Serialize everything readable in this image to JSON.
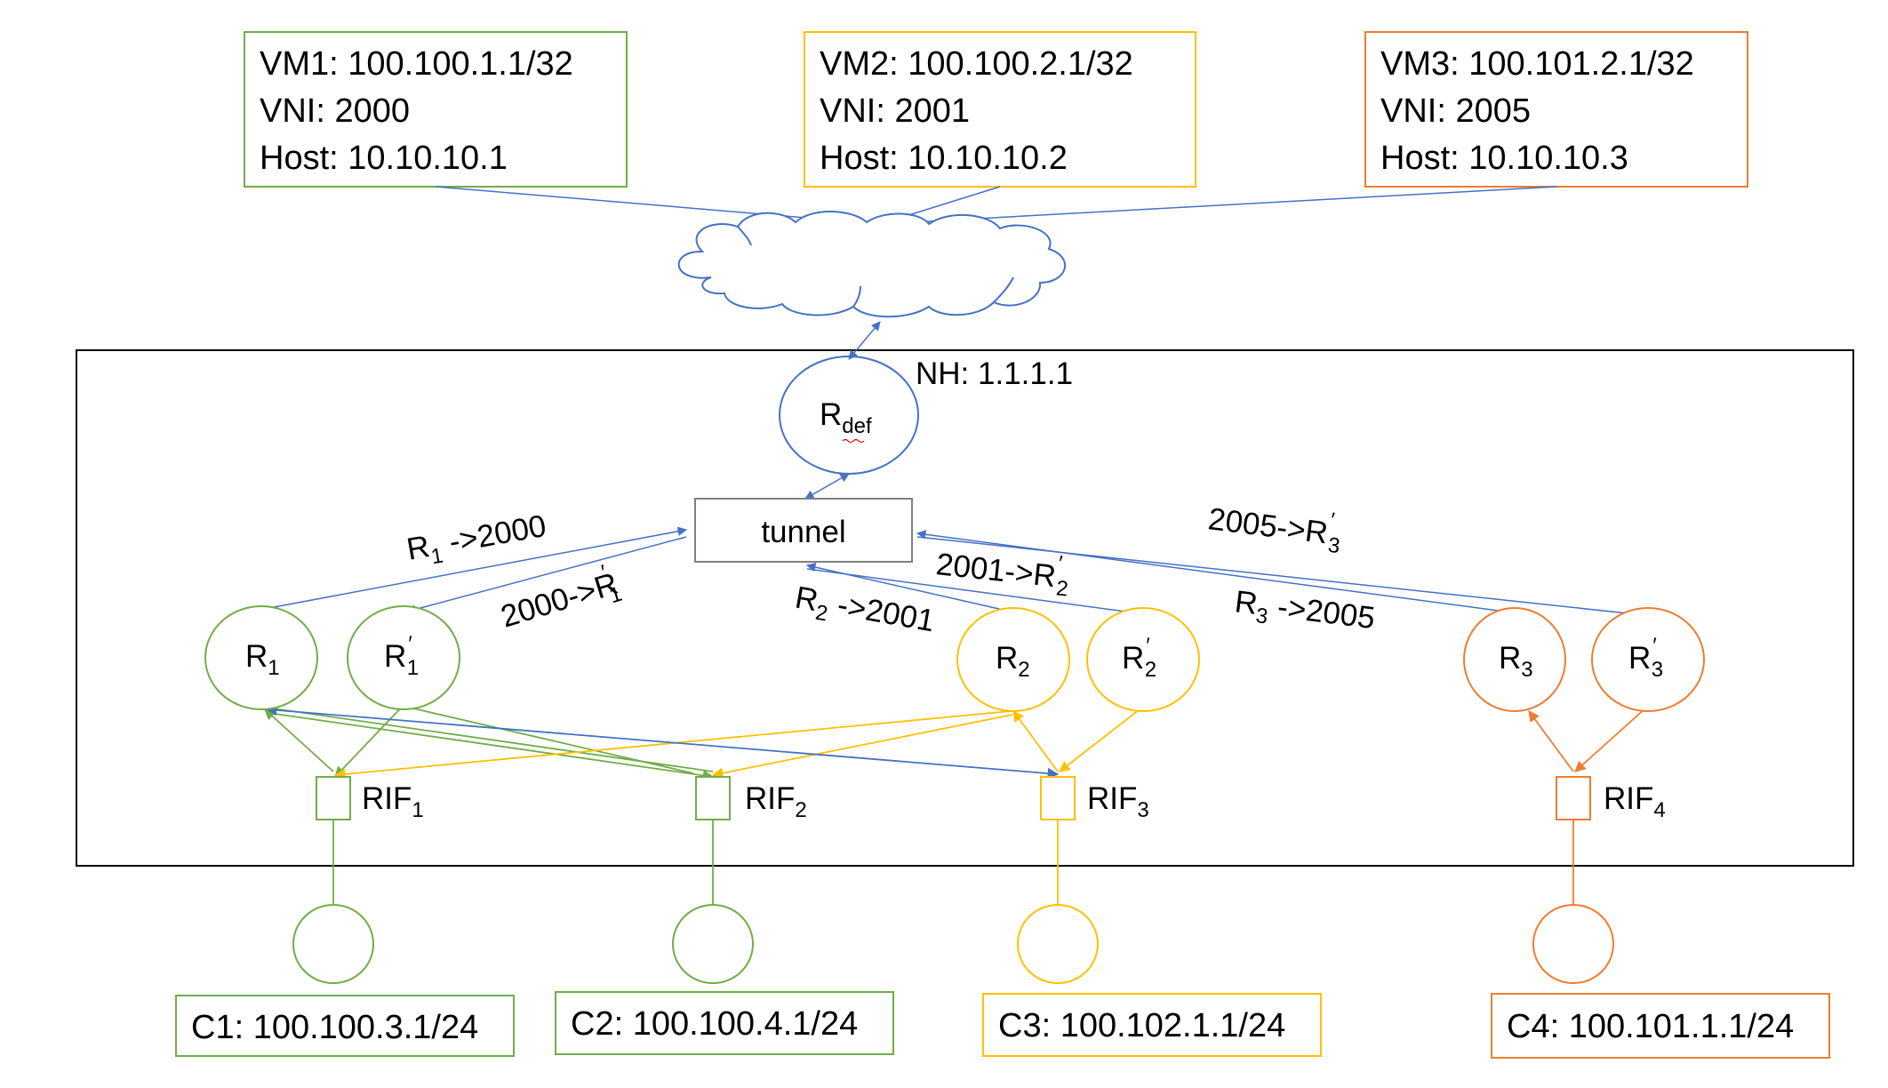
{
  "colors": {
    "green": "#70ad47",
    "yellow": "#ffc000",
    "orange": "#ed7d31",
    "blue": "#4472c4",
    "gray": "#7f7f7f",
    "black": "#000000"
  },
  "vms": [
    {
      "line1": "VM1: 100.100.1.1/32",
      "line2": "VNI: 2000",
      "line3": "Host: 10.10.10.1",
      "color": "green"
    },
    {
      "line1": "VM2: 100.100.2.1/32",
      "line2": "VNI: 2001",
      "line3": "Host: 10.10.10.2",
      "color": "yellow"
    },
    {
      "line1": "VM3: 100.101.2.1/32",
      "line2": "VNI: 2005",
      "line3": "Host: 10.10.10.3",
      "color": "orange"
    }
  ],
  "nh_label": "NH: 1.1.1.1",
  "rdef": {
    "main": "R",
    "sub": "def"
  },
  "tunnel_label": "tunnel",
  "routers": [
    {
      "main": "R",
      "sub": "1",
      "prime": false,
      "color": "green"
    },
    {
      "main": "R",
      "sub": "1",
      "prime": true,
      "color": "green"
    },
    {
      "main": "R",
      "sub": "2",
      "prime": false,
      "color": "yellow"
    },
    {
      "main": "R",
      "sub": "2",
      "prime": true,
      "color": "yellow"
    },
    {
      "main": "R",
      "sub": "3",
      "prime": false,
      "color": "orange"
    },
    {
      "main": "R",
      "sub": "3",
      "prime": true,
      "color": "orange"
    }
  ],
  "mappings": [
    {
      "pre": "R",
      "sub": "1",
      "post": " ->2000"
    },
    {
      "pre": "2000->R",
      "sub": "1",
      "post": "",
      "prime": true
    },
    {
      "pre": "R",
      "sub": "2",
      "post": " ->2001"
    },
    {
      "pre": "2001->R",
      "sub": "2",
      "post": "",
      "prime": true
    },
    {
      "pre": "R",
      "sub": "3",
      "post": " ->2005"
    },
    {
      "pre": "2005->R",
      "sub": "3",
      "post": "",
      "prime": true
    }
  ],
  "rifs": [
    {
      "main": "RIF",
      "sub": "1",
      "color": "green"
    },
    {
      "main": "RIF",
      "sub": "2",
      "color": "green"
    },
    {
      "main": "RIF",
      "sub": "3",
      "color": "yellow"
    },
    {
      "main": "RIF",
      "sub": "4",
      "color": "orange"
    }
  ],
  "clients": [
    {
      "label": "C1: 100.100.3.1/24",
      "color": "green"
    },
    {
      "label": "C2: 100.100.4.1/24",
      "color": "green"
    },
    {
      "label": "C3: 100.102.1.1/24",
      "color": "yellow"
    },
    {
      "label": "C4: 100.101.1.1/24",
      "color": "orange"
    }
  ]
}
